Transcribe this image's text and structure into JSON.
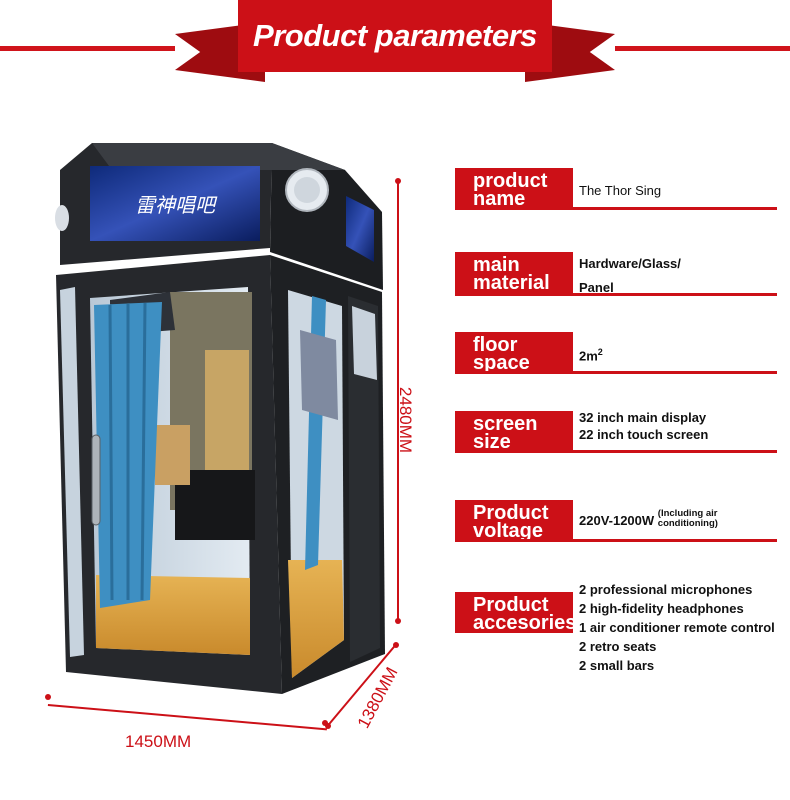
{
  "header": {
    "title": "Product parameters"
  },
  "rows": [
    {
      "label": [
        "product",
        "name"
      ],
      "value": [
        "The Thor Sing"
      ]
    },
    {
      "label": [
        "main",
        "material"
      ],
      "value": [
        "Hardware/Glass/",
        "Panel"
      ]
    },
    {
      "label": [
        "floor",
        "space"
      ],
      "value": [
        "2m"
      ],
      "sup": "2"
    },
    {
      "label": [
        "screen",
        "size"
      ],
      "value": [
        "32 inch main display",
        "22 inch touch screen"
      ]
    },
    {
      "label": [
        "Product",
        "voltage"
      ],
      "value": [
        "220V-1200W"
      ],
      "note": [
        "(Including air",
        "conditioning)"
      ]
    },
    {
      "label": [
        "Product",
        "accesories"
      ],
      "value": [
        "2 professional microphones",
        "2 high-fidelity headphones",
        "1 air conditioner remote control",
        "2 retro seats",
        "2 small bars"
      ]
    }
  ],
  "dimensions": {
    "height": "2480MM",
    "width": "1450MM",
    "depth": "1380MM"
  },
  "booth": {
    "sign_text": "雷神唱吧"
  },
  "colors": {
    "accent": "#cc1017",
    "accent_dark": "#9e0c10",
    "frame": "#26282c",
    "glass": "#cfdbe6",
    "curtain": "#3e8fc2",
    "floor": "#d8a040"
  }
}
